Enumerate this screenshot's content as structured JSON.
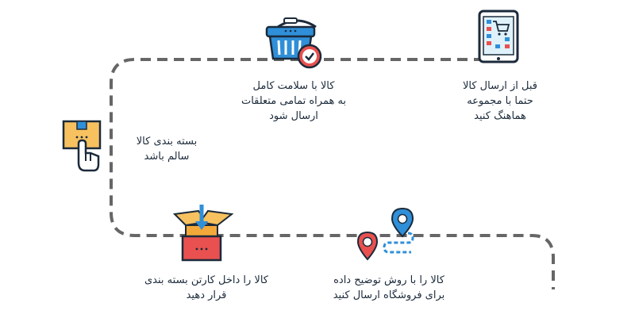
{
  "steps": [
    {
      "id": "match-set",
      "icon": "tablet-cart-icon",
      "lines": [
        "قبل از ارسال کالا",
        "حتما با مجموعه",
        "هماهنگ کنید"
      ]
    },
    {
      "id": "healthy-goods",
      "icon": "basket-check-icon",
      "lines": [
        "کالا با سلامت کامل",
        "به همراه تمامی متعلقات",
        "ارسال شود"
      ]
    },
    {
      "id": "packaging-safe",
      "icon": "hand-box-icon",
      "lines": [
        "بسته بندی کالا",
        "سالم باشد"
      ]
    },
    {
      "id": "carton-pack",
      "icon": "open-box-icon",
      "lines": [
        "کالا را داخل کارتن بسته بندی",
        "قرار دهید"
      ]
    },
    {
      "id": "ship-method",
      "icon": "route-pins-icon",
      "lines": [
        "کالا را با روش توضیح داده",
        "برای فروشگاه ارسال کنید"
      ]
    }
  ],
  "colors": {
    "path": "#666666",
    "outline": "#1b2a3a",
    "blue": "#2f8fd8",
    "light_blue": "#a9d8f5",
    "red": "#e8514f",
    "yellow": "#f7c15f",
    "green": "#3fb56b"
  }
}
